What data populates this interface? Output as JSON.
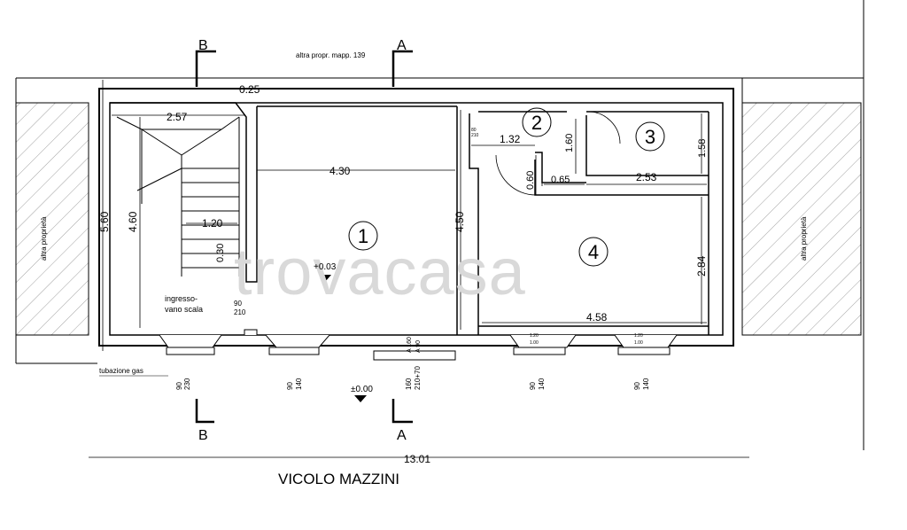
{
  "neighbor_top": "altra propr.  mapp. 139",
  "neighbor_side": "altra proprietà",
  "street": "VICOLO MAZZINI",
  "section_marks": [
    "A",
    "B"
  ],
  "rooms": [
    "1",
    "2",
    "3",
    "4"
  ],
  "dimensions": {
    "wall_thickness": "0.25",
    "stair_width": "2.57",
    "main_room_length": "4.30",
    "total_depth": "5.60",
    "stair_depth": "4.60",
    "room_depth": "4.50",
    "hall_width": "1.32",
    "bath_depth": "1.60",
    "bath_door": "0.60",
    "closet_gap": "0.65",
    "room3_width": "2.53",
    "room3_depth": "1.58",
    "landing_width": "1.20",
    "step": "0.30",
    "room4_width": "4.58",
    "room4_depth": "2.84",
    "total_length": "13.01"
  },
  "levels": {
    "main": "+0.03",
    "street": "±0.00"
  },
  "labels": {
    "entry": "ingresso-",
    "entry2": "vano scala",
    "gas": "tubazione gas",
    "door_entry_a": "90",
    "door_entry_b": "210"
  },
  "openings": {
    "w90": "90",
    "w140": "140",
    "w230": "230",
    "main_door_a": "160",
    "main_door_b": "210+70",
    "main_door_c": "A 160",
    "main_door_d": "A 90",
    "small_a": "1.20",
    "small_b": "1.00",
    "bath_a": "80",
    "bath_b": "210"
  },
  "watermark": "trovacasa",
  "colors": {
    "ink": "#000000",
    "hatch": "#9a9a9a",
    "watermark": "#d9d9d9"
  }
}
